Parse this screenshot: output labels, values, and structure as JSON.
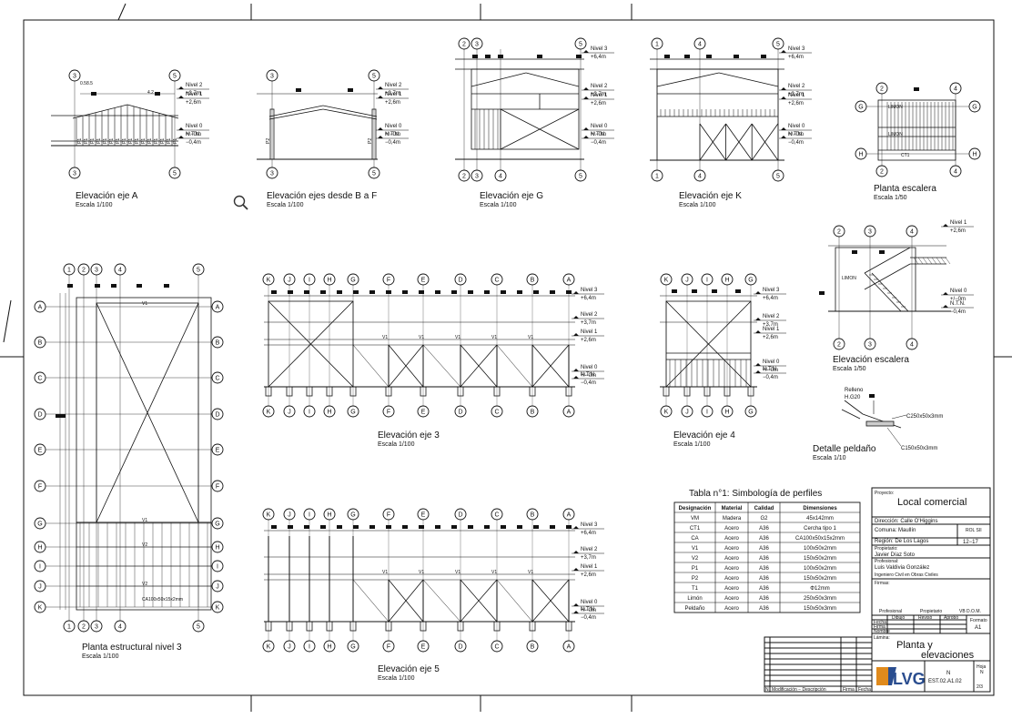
{
  "views": {
    "elev_a": {
      "title": "Elevación eje A",
      "scale": "Escala 1/100",
      "top_axes": [
        "3",
        "5"
      ],
      "bottom_axes": [
        "3",
        "5"
      ],
      "dims": [
        "0.58.5",
        "4.2"
      ],
      "levels": [
        {
          "name": "Nivel 2",
          "value": "+3,7m"
        },
        {
          "name": "Nivel 1",
          "value": "+2,6m"
        },
        {
          "name": "Nivel 0",
          "value": "+/−0m"
        },
        {
          "name": "N.T.N.",
          "value": "−0,4m"
        }
      ]
    },
    "elev_bf": {
      "title": "Elevación ejes desde B a F",
      "scale": "Escala 1/100",
      "top_axes": [
        "3",
        "5"
      ],
      "bottom_axes": [
        "3",
        "5"
      ],
      "levels": [
        {
          "name": "Nivel 2",
          "value": "+3,7m"
        },
        {
          "name": "Nivel 1",
          "value": "+2,6m"
        },
        {
          "name": "Nivel 0",
          "value": "+/−0m"
        },
        {
          "name": "N.T.N.",
          "value": "−0,4m"
        }
      ]
    },
    "elev_g": {
      "title": "Elevación eje G",
      "scale": "Escala 1/100",
      "top_axes": [
        "2",
        "3",
        "5"
      ],
      "bottom_axes": [
        "2",
        "3",
        "4",
        "5"
      ],
      "levels": [
        {
          "name": "Nivel 3",
          "value": "+6,4m"
        },
        {
          "name": "Nivel 2",
          "value": "+3,7m"
        },
        {
          "name": "Nivel 1",
          "value": "+2,6m"
        },
        {
          "name": "Nivel 0",
          "value": "+/−0m"
        },
        {
          "name": "N.T.N.",
          "value": "−0,4m"
        }
      ]
    },
    "elev_k": {
      "title": "Elevación eje K",
      "scale": "Escala 1/100",
      "top_axes": [
        "1",
        "4",
        "5"
      ],
      "bottom_axes": [
        "1",
        "4",
        "5"
      ],
      "levels": [
        {
          "name": "Nivel 3",
          "value": "+6,4m"
        },
        {
          "name": "Nivel 2",
          "value": "+3,7m"
        },
        {
          "name": "Nivel 1",
          "value": "+2,6m"
        },
        {
          "name": "Nivel 0",
          "value": "+/−0m"
        },
        {
          "name": "N.T.N.",
          "value": "−0,4m"
        }
      ]
    },
    "stair_plan": {
      "title": "Planta escalera",
      "scale": "Escala 1/50",
      "axes": [
        "2",
        "4",
        "G",
        "H"
      ],
      "tags": [
        "LIMON",
        "CT1"
      ]
    },
    "stair_elev": {
      "title": "Elevación escalera",
      "scale": "Escala 1/50",
      "axes": [
        "2",
        "3",
        "4"
      ],
      "levels": [
        {
          "name": "Nivel 1",
          "value": "+2,6m"
        },
        {
          "name": "Nivel 0",
          "value": "+/−0m"
        },
        {
          "name": "N.T.N.",
          "value": "−0,4m"
        }
      ]
    },
    "step_detail": {
      "title": "Detalle peldaño",
      "scale": "Escala 1/10",
      "relleno": "Relleno",
      "relleno_val": "H.G20",
      "profile_a": "C250x50x3mm",
      "profile_b": "C150x50x3mm"
    },
    "plan_n3": {
      "title": "Planta estructural nivel 3",
      "scale": "Escala 1/100",
      "cols": [
        "1",
        "2",
        "3",
        "4",
        "5"
      ],
      "rows": [
        "A",
        "B",
        "C",
        "D",
        "E",
        "F",
        "G",
        "H",
        "I",
        "J",
        "K"
      ],
      "tag": "CA100x50x15x2mm"
    },
    "elev_3": {
      "title": "Elevación eje 3",
      "scale": "Escala 1/100",
      "axes": [
        "K",
        "J",
        "I",
        "H",
        "G",
        "F",
        "E",
        "D",
        "C",
        "B",
        "A"
      ],
      "levels": [
        {
          "name": "Nivel 3",
          "value": "+6,4m"
        },
        {
          "name": "Nivel 2",
          "value": "+3,7m"
        },
        {
          "name": "Nivel 1",
          "value": "+2,6m"
        },
        {
          "name": "Nivel 0",
          "value": "+/−0m"
        },
        {
          "name": "N.T.N.",
          "value": "−0,4m"
        }
      ]
    },
    "elev_4": {
      "title": "Elevación eje 4",
      "scale": "Escala 1/100",
      "axes": [
        "K",
        "J",
        "I",
        "H",
        "G"
      ],
      "levels": [
        {
          "name": "Nivel 3",
          "value": "+6,4m"
        },
        {
          "name": "Nivel 2",
          "value": "+3,7m"
        },
        {
          "name": "Nivel 1",
          "value": "+2,6m"
        },
        {
          "name": "Nivel 0",
          "value": "+/−0m"
        },
        {
          "name": "N.T.N.",
          "value": "−0,4m"
        }
      ]
    },
    "elev_5": {
      "title": "Elevación eje 5",
      "scale": "Escala 1/100",
      "axes": [
        "K",
        "J",
        "I",
        "H",
        "G",
        "F",
        "E",
        "D",
        "C",
        "B",
        "A"
      ],
      "levels": [
        {
          "name": "Nivel 3",
          "value": "+6,4m"
        },
        {
          "name": "Nivel 2",
          "value": "+3,7m"
        },
        {
          "name": "Nivel 1",
          "value": "+2,6m"
        },
        {
          "name": "Nivel 0",
          "value": "+/−0m"
        },
        {
          "name": "N.T.N.",
          "value": "−0,4m"
        }
      ]
    }
  },
  "profile_table": {
    "title": "Tabla n°1: Simbología de perfiles",
    "headers": [
      "Designación",
      "Material",
      "Calidad",
      "Dimensiones"
    ],
    "rows": [
      [
        "VM",
        "Madera",
        "G2",
        "45x142mm"
      ],
      [
        "CT1",
        "Acero",
        "A36",
        "Cercha tipo 1"
      ],
      [
        "CA",
        "Acero",
        "A36",
        "CA100x50x15x2mm"
      ],
      [
        "V1",
        "Acero",
        "A36",
        "100x50x2mm"
      ],
      [
        "V2",
        "Acero",
        "A36",
        "150x50x2mm"
      ],
      [
        "P1",
        "Acero",
        "A36",
        "100x50x2mm"
      ],
      [
        "P2",
        "Acero",
        "A36",
        "150x50x2mm"
      ],
      [
        "T1",
        "Acero",
        "A36",
        "Φ12mm"
      ],
      [
        "Limón",
        "Acero",
        "A36",
        "250x50x3mm"
      ],
      [
        "Peldaño",
        "Acero",
        "A36",
        "150x50x3mm"
      ]
    ]
  },
  "title_block": {
    "proyecto_label": "Proyecto:",
    "proyecto": "Local comercial",
    "direccion": "Dirección: Calle O'Higgins",
    "comuna": "Comuna: Maullín",
    "rol_label": "ROL SII",
    "rol": "12−17",
    "region": "Región: De Los Lagos",
    "propietario_label": "Propietario:",
    "propietario": "Javier Díaz Soto",
    "profesional_label": "Profesional:",
    "profesional": "Luis Valdivia González",
    "profesion": "Ingeniero Civil en Obras Civiles",
    "firmas_label": "Firmas:",
    "sign_labels": [
      "Profesional",
      "Propietario",
      "VB D.O.M."
    ],
    "roles": [
      "Dibujó",
      "Revisó",
      "Aprobó"
    ],
    "fecha": "Fecha",
    "firma": "Firma",
    "nombre": "Nombre",
    "formato_label": "Formato",
    "formato": "A1",
    "lamina_label": "Lámina:",
    "lamina": "Planta y elevaciones",
    "lamina_line1": "Planta y",
    "lamina_line2": "elevaciones",
    "logo": "LVG",
    "code_n": "N",
    "code": "EST.02.A1.02",
    "hoja_label": "Hoja",
    "hoja_n": "N",
    "hoja": "2/3",
    "rev_cols": [
      "N",
      "Modificación − Descripción",
      "Firma",
      "Fecha"
    ]
  },
  "colors": {
    "line": "#111111",
    "paper": "#ffffff",
    "logo_orange": "#e08a1c",
    "logo_blue": "#2a4d8f"
  }
}
